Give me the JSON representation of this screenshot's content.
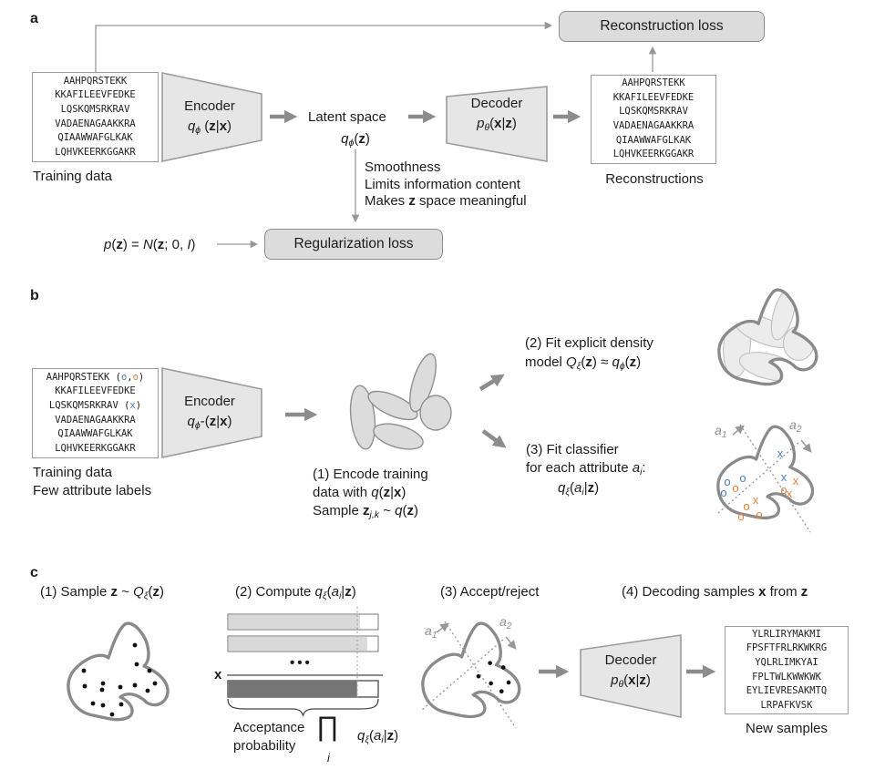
{
  "colors": {
    "marker_blue": "#4a7ebb",
    "marker_orange": "#e8823c",
    "loss_box_fill": "#dcdcdc",
    "shape_fill": "#e6e6e6",
    "outline_gray": "#8a8a8a",
    "dark_bar": "#757575"
  },
  "m": {
    "q": "q",
    "p": "p",
    "Q": "Q",
    "N": "N",
    "I": "I",
    "a": "a",
    "i": "i",
    "z": "z",
    "x": "x",
    "o": "o",
    "phi": "ϕ",
    "theta": "θ",
    "xi": "ξ",
    "lp": "(",
    "rp": ")",
    "bar": "|",
    "jk": "j,k",
    "sub1": "1",
    "sub2": "2",
    "eq": " = ",
    "semi": "; 0, ",
    "approx": " ≈ ",
    "sim": " ~ ",
    "hyph": "-",
    "colon": ":",
    "comma": ",",
    "sp": " ",
    "prod": "∏",
    "ellipsis": "•••"
  },
  "sequences": {
    "train": [
      "AAHPQRSTEKK",
      "KKAFILEEVFEDKE",
      "LQSKQMSRKRAV",
      "VADAENAGAAKKRA",
      "QIAAWWAFGLKAK",
      "LQHVKEERKGGAKR"
    ],
    "new": [
      "YLRLIRYMAKMI",
      "FPSFTFRLRKWKRG",
      "YQLRLIMKYAI",
      "FPLTWLKWWKWK",
      "EYLIEVRESAKMTQ",
      "LRPAFKVSK"
    ]
  },
  "a": {
    "label": "a",
    "training_label": "Training data",
    "encoder": "Encoder",
    "latent": "Latent space",
    "decoder": "Decoder",
    "reconstructions": "Reconstructions",
    "recon_loss": "Reconstruction loss",
    "reg_loss": "Regularization loss",
    "smooth1": "Smoothness",
    "smooth2": "Limits information content",
    "smooth3_pre": "Makes ",
    "smooth3_post": " space meaningful"
  },
  "b": {
    "label": "b",
    "train1": "Training data",
    "train2": "Few attribute labels",
    "encoder": "Encoder",
    "seq1_pre": "AAHPQRSTEKK (",
    "seq3_pre": "LQSKQMSRKRAV (",
    "s1a": "(1) Encode training",
    "s1b_pre": "data with ",
    "s1c_pre": "Sample ",
    "s2a": "(2) Fit explicit density",
    "s2b_pre": "model ",
    "s3a": "(3) Fit classifier",
    "s3b_pre": "for each attribute "
  },
  "c": {
    "label": "c",
    "s1_pre": "(1) Sample ",
    "s2_pre": "(2) Compute ",
    "s3": "(3) Accept/reject",
    "s4_pre": "(4) Decoding samples ",
    "s4_mid": " from ",
    "accept1": "Acceptance",
    "accept2": "probability",
    "decoder": "Decoder",
    "new_label": "New samples"
  }
}
